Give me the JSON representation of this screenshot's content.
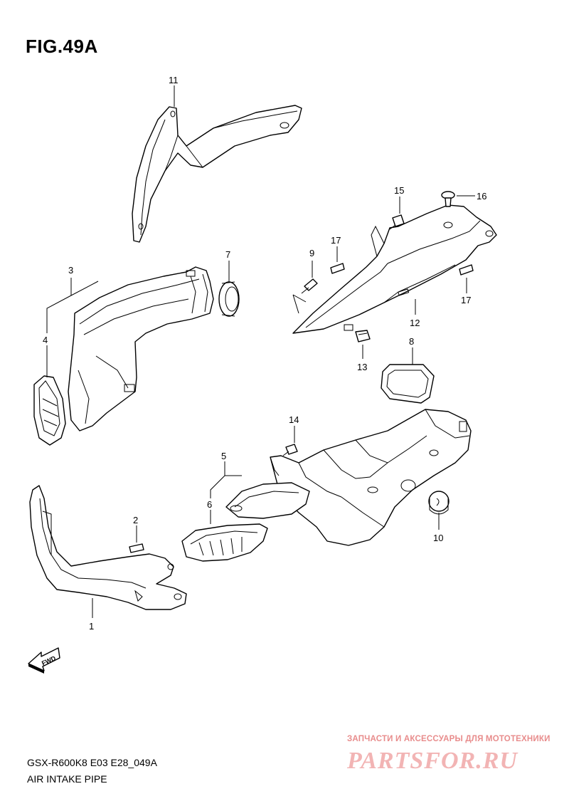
{
  "figure": {
    "title": "FIG.49A",
    "code": "GSX-R600K8 E03 E28_049A",
    "name": "AIR INTAKE PIPE"
  },
  "watermark": {
    "subtitle": "ЗАПЧАСТИ И АКСЕССУАРЫ ДЛЯ МОТОТЕХНИКИ",
    "logo": "PARTSFOR.RU"
  },
  "fwd_label": "FWD",
  "callouts": {
    "c1": "1",
    "c2": "2",
    "c3": "3",
    "c4": "4",
    "c5": "5",
    "c6": "6",
    "c7": "7",
    "c8": "8",
    "c9": "9",
    "c10": "10",
    "c11": "11",
    "c12": "12",
    "c13": "13",
    "c14": "14",
    "c15": "15",
    "c16": "16",
    "c17a": "17",
    "c17b": "17"
  }
}
